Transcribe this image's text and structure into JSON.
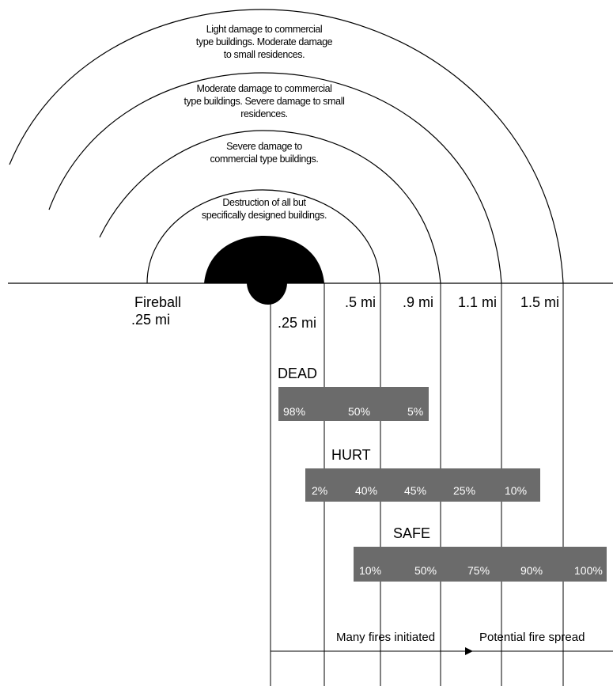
{
  "zones": [
    {
      "lines": [
        "Destruction of all but",
        "specifically designed buildings."
      ]
    },
    {
      "lines": [
        "Severe damage to",
        "commercial type buildings."
      ]
    },
    {
      "lines": [
        "Moderate damage to commercial",
        "type buildings. Severe damage to small",
        "residences."
      ]
    },
    {
      "lines": [
        "Light damage to commercial",
        "type buildings. Moderate damage",
        "to small residences."
      ]
    }
  ],
  "distances": {
    "fireball_title": "Fireball",
    "fireball_radius": ".25 mi",
    "d025": ".25 mi",
    "d05": ".5 mi",
    "d09": ".9 mi",
    "d11": "1.1 mi",
    "d15": "1.5 mi"
  },
  "rows": {
    "dead": {
      "label": "DEAD",
      "values": [
        "98%",
        "50%",
        "5%"
      ]
    },
    "hurt": {
      "label": "HURT",
      "values": [
        "2%",
        "40%",
        "45%",
        "25%",
        "10%"
      ]
    },
    "safe": {
      "label": "SAFE",
      "values": [
        "10%",
        "50%",
        "75%",
        "90%",
        "100%"
      ]
    }
  },
  "fires": {
    "initiated": "Many fires initiated",
    "spread": "Potential fire spread"
  },
  "colors": {
    "band": "#6b6b6b",
    "fireball": "#000000",
    "lines": "#000000"
  }
}
